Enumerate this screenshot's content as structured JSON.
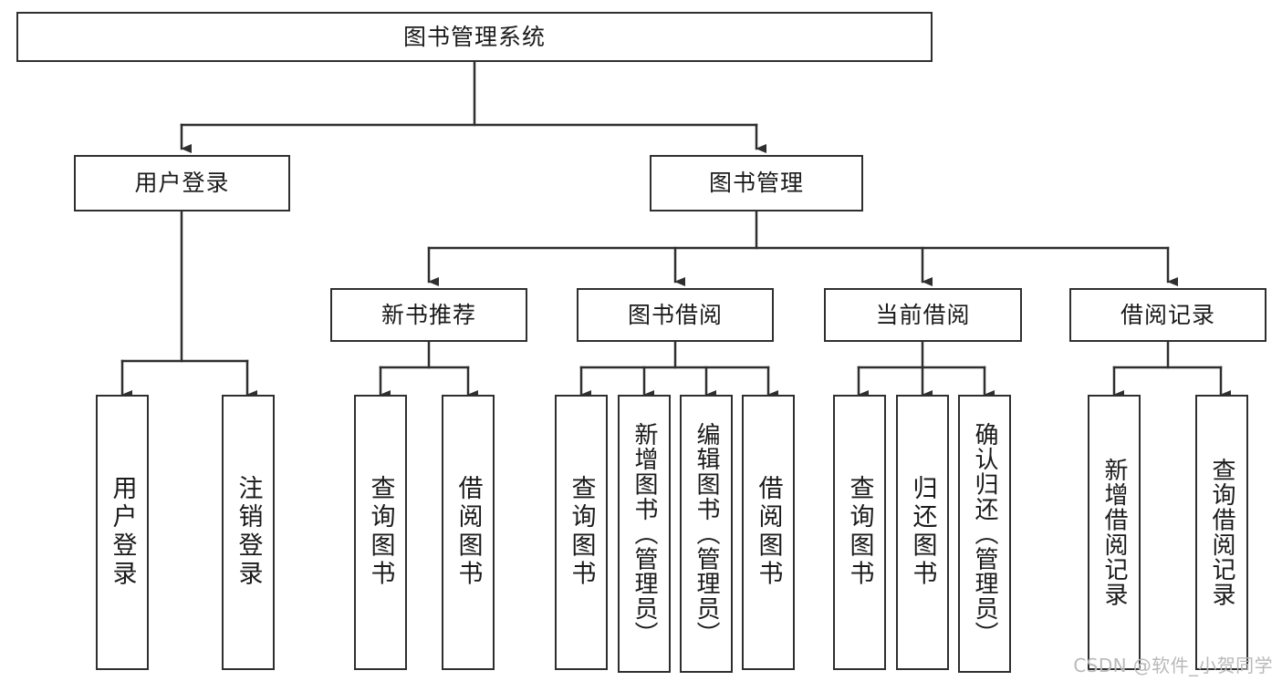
{
  "diagram": {
    "title": "图书管理系统",
    "type": "hierarchy-tree",
    "watermark": "CSDN @软件_小贺同学",
    "colors": {
      "box_border": "#2f2f2f",
      "box_fill": "#ffffff",
      "edge": "#2f2f2f",
      "text": "#1a1a1a",
      "watermark": "#b9b9b9"
    }
  },
  "nodes": {
    "root": {
      "label": "图书管理系统",
      "level": 1
    },
    "level2": [
      {
        "id": "user-login",
        "label": "用户登录"
      },
      {
        "id": "book-manage",
        "label": "图书管理"
      }
    ],
    "level3": [
      {
        "id": "new-book-recommend",
        "label": "新书推荐"
      },
      {
        "id": "book-borrow",
        "label": "图书借阅"
      },
      {
        "id": "current-borrow",
        "label": "当前借阅"
      },
      {
        "id": "borrow-record",
        "label": "借阅记录"
      }
    ],
    "leaves": {
      "user-login": [
        {
          "id": "leaf-user-login",
          "label": "用户登录"
        },
        {
          "id": "leaf-logout",
          "label": "注销登录"
        }
      ],
      "new-book-recommend": [
        {
          "id": "leaf-query-book-1",
          "label": "查询图书"
        },
        {
          "id": "leaf-borrow-book-1",
          "label": "借阅图书"
        }
      ],
      "book-borrow": [
        {
          "id": "leaf-query-book-2",
          "label": "查询图书"
        },
        {
          "id": "leaf-add-book",
          "label": "新增图书（管理员）"
        },
        {
          "id": "leaf-edit-book",
          "label": "编辑图书（管理员）"
        },
        {
          "id": "leaf-borrow-book-2",
          "label": "借阅图书"
        }
      ],
      "current-borrow": [
        {
          "id": "leaf-query-book-3",
          "label": "查询图书"
        },
        {
          "id": "leaf-return-book",
          "label": "归还图书"
        },
        {
          "id": "leaf-confirm-return",
          "label": "确认归还（管理员）"
        }
      ],
      "borrow-record": [
        {
          "id": "leaf-add-record",
          "label": "新增借阅记录"
        },
        {
          "id": "leaf-query-record",
          "label": "查询借阅记录"
        }
      ]
    }
  }
}
